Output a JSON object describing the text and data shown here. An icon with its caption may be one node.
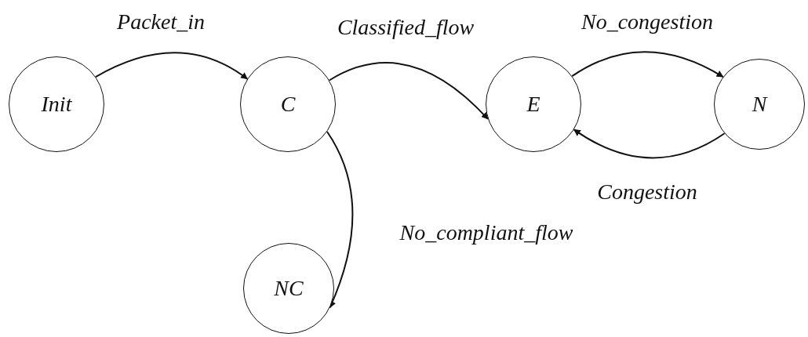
{
  "diagram": {
    "nodes": [
      {
        "text": [
          "Init"
        ]
      },
      {
        "text": [
          "C"
        ]
      },
      {
        "text": [
          "E"
        ]
      },
      {
        "text": [
          "N"
        ]
      },
      {
        "text": [
          "NC"
        ]
      }
    ],
    "edges": [
      {
        "from": 0,
        "to": 1,
        "arrow": "to",
        "label": "Packet_in"
      },
      {
        "from": 1,
        "to": 2,
        "arrow": "to",
        "label": "Classified_flow"
      },
      {
        "from": 1,
        "to": 4,
        "arrow": "to",
        "label": "No_compliant_flow"
      },
      {
        "from": 2,
        "to": 3,
        "arrow": "to",
        "label": "No_congestion"
      },
      {
        "from": 3,
        "to": 2,
        "arrow": "to",
        "label": "Congestion"
      }
    ]
  }
}
